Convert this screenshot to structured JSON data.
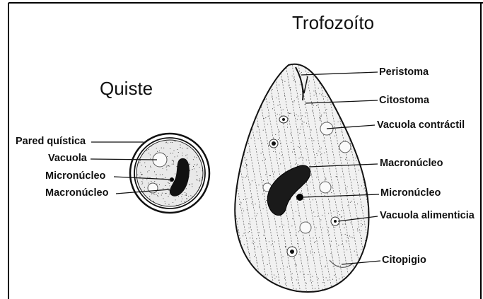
{
  "diagram": {
    "cyst": {
      "title": "Quiste",
      "labels": {
        "wall": "Pared quística",
        "vacuole": "Vacuola",
        "micronucleus": "Micronúcleo",
        "macronucleus": "Macronúcleo"
      }
    },
    "trophozoite": {
      "title": "Trofozoíto",
      "labels": {
        "peristome": "Peristoma",
        "cytostome": "Citostoma",
        "contractile_vacuole": "Vacuola contráctil",
        "macronucleus": "Macronúcleo",
        "micronucleus": "Micronúcleo",
        "food_vacuole": "Vacuola alimenticia",
        "cytopyge": "Citopigio"
      }
    }
  }
}
